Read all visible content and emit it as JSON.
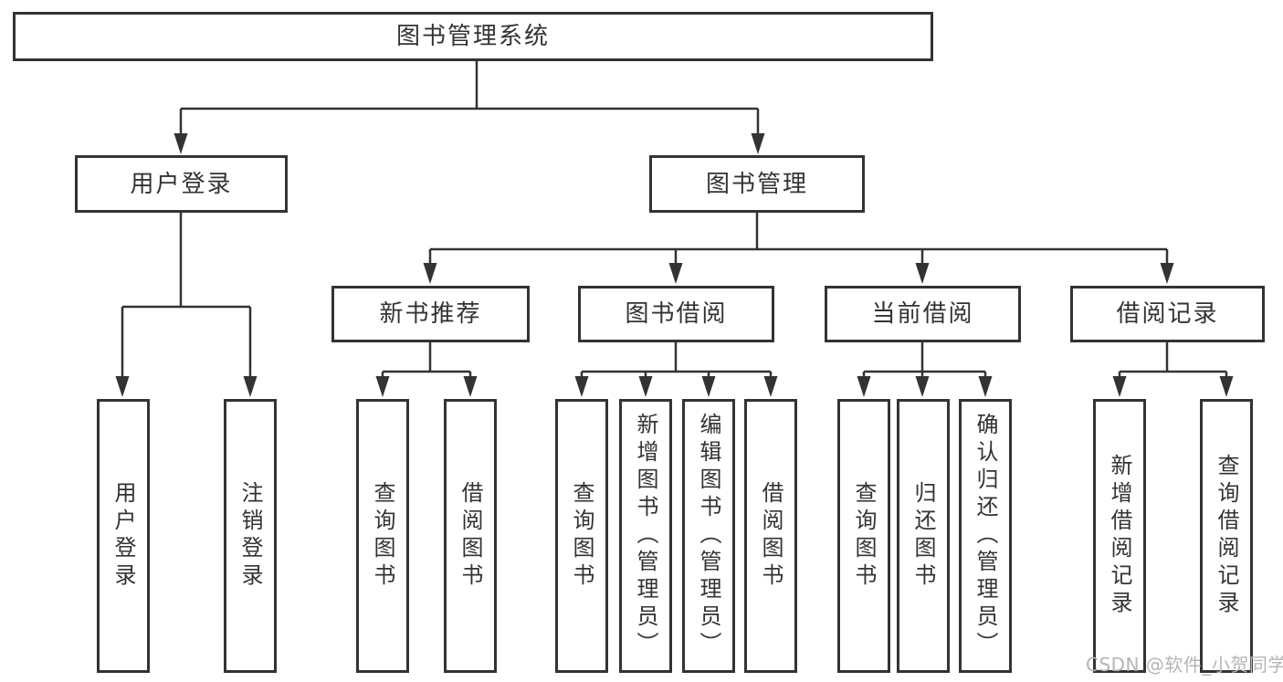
{
  "diagram": {
    "root": {
      "label": "图书管理系统"
    },
    "login": {
      "label": "用户登录",
      "children": [
        {
          "label": "用户登录"
        },
        {
          "label": "注销登录"
        }
      ]
    },
    "mgmt": {
      "label": "图书管理",
      "groups": [
        {
          "label": "新书推荐",
          "children": [
            {
              "label": "查询图书"
            },
            {
              "label": "借阅图书"
            }
          ]
        },
        {
          "label": "图书借阅",
          "children": [
            {
              "label": "查询图书"
            },
            {
              "label": "新增图书（管理员）"
            },
            {
              "label": "编辑图书（管理员）"
            },
            {
              "label": "借阅图书"
            }
          ]
        },
        {
          "label": "当前借阅",
          "children": [
            {
              "label": "查询图书"
            },
            {
              "label": "归还图书"
            },
            {
              "label": "确认归还（管理员）"
            }
          ]
        },
        {
          "label": "借阅记录",
          "children": [
            {
              "label": "新增借阅记录"
            },
            {
              "label": "查询借阅记录"
            }
          ]
        }
      ]
    }
  },
  "watermark": "CSDN @软件_小贺同学",
  "colors": {
    "line": "#333333",
    "text": "#333333",
    "watermark": "#b5b5b5",
    "background": "#ffffff"
  }
}
